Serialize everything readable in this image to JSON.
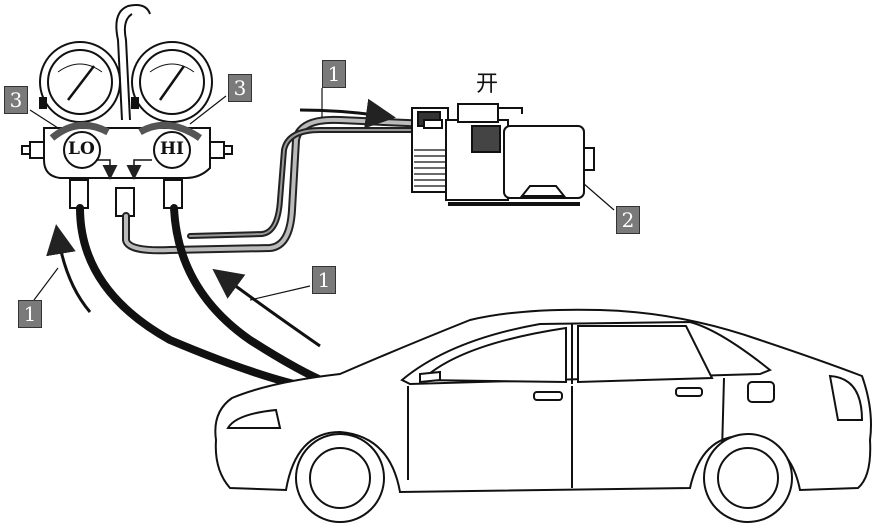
{
  "callouts": {
    "hose_to_pump": "1",
    "hose_left": "1",
    "hose_right": "1",
    "vacuum_pump": "2",
    "valve_left": "3",
    "valve_right": "3"
  },
  "gauge_labels": {
    "low": "LO",
    "high": "HI"
  },
  "pump_status": "开"
}
